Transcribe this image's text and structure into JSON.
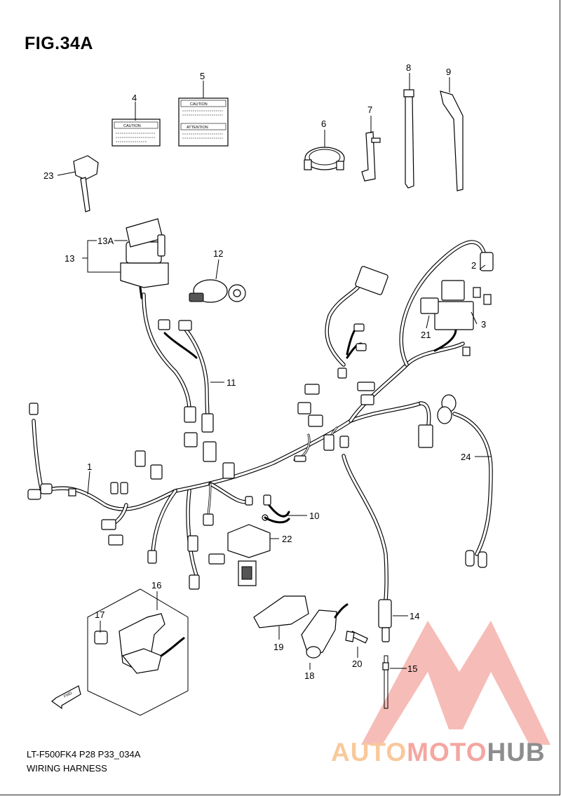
{
  "figure": {
    "title": "FIG.34A",
    "model_code": "LT-F500FK4 P28 P33_034A",
    "name": "WIRING HARNESS"
  },
  "labels": {
    "caution_label": "CAUTION",
    "attention_label": "ATTENTION",
    "fwd_arrow": "FWD"
  },
  "callouts": {
    "c1": "1",
    "c2": "2",
    "c3": "3",
    "c4": "4",
    "c5": "5",
    "c6": "6",
    "c7": "7",
    "c8": "8",
    "c9": "9",
    "c10": "10",
    "c11": "11",
    "c12": "12",
    "c13": "13",
    "c13a": "13A",
    "c14": "14",
    "c15": "15",
    "c16": "16",
    "c17": "17",
    "c18": "18",
    "c19": "19",
    "c20": "20",
    "c21": "21",
    "c22": "22",
    "c23": "23",
    "c24": "24"
  },
  "watermark": {
    "part1": "AUTO",
    "part2": "MOTO",
    "part3": "HUB",
    "colors": {
      "auto": "#f8c99c",
      "moto": "#f4a6a0",
      "hub": "#8d8d8d",
      "triangle": "#f4a6a0"
    }
  }
}
